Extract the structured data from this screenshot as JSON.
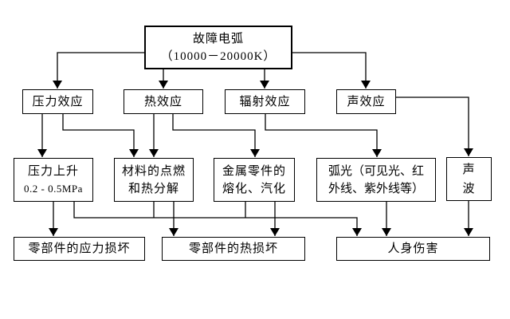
{
  "diagram": {
    "type": "flowchart",
    "background": "#ffffff",
    "line_color": "#000000",
    "box_border_color": "#000000",
    "nodes": {
      "fault_arc": {
        "line1": "故障电弧",
        "line2": "（10000－20000K）"
      },
      "pressure_effect": {
        "line1": "压力效应"
      },
      "thermal_effect": {
        "line1": "热效应"
      },
      "radiation_effect": {
        "line1": "辐射效应"
      },
      "sound_effect": {
        "line1": "声效应"
      },
      "pressure_rise": {
        "line1": "压力上升",
        "line2": "0.2 - 0.5MPa"
      },
      "material_ignition": {
        "line1": "材料的点燃",
        "line2": "和热分解"
      },
      "metal_melting": {
        "line1": "金属零件的",
        "line2": "熔化、汽化"
      },
      "arc_light": {
        "line1": "弧光（可见光、红",
        "line2": "外线、紫外线等）"
      },
      "sound_wave": {
        "line1": "声",
        "line2": "波"
      },
      "stress_damage": {
        "line1": "零部件的应力损坏"
      },
      "thermal_damage": {
        "line1": "零部件的热损坏"
      },
      "personal_injury": {
        "line1": "人身伤害"
      }
    },
    "edges": [
      {
        "from": "fault_arc",
        "to": "pressure_effect"
      },
      {
        "from": "fault_arc",
        "to": "thermal_effect"
      },
      {
        "from": "fault_arc",
        "to": "radiation_effect"
      },
      {
        "from": "fault_arc",
        "to": "sound_effect"
      },
      {
        "from": "pressure_effect",
        "to": "pressure_rise"
      },
      {
        "from": "pressure_effect",
        "to": "material_ignition"
      },
      {
        "from": "thermal_effect",
        "to": "material_ignition"
      },
      {
        "from": "thermal_effect",
        "to": "metal_melting"
      },
      {
        "from": "radiation_effect",
        "to": "arc_light"
      },
      {
        "from": "sound_effect",
        "to": "sound_wave"
      },
      {
        "from": "pressure_rise",
        "to": "stress_damage"
      },
      {
        "from": "pressure_rise",
        "to": "personal_injury"
      },
      {
        "from": "material_ignition",
        "to": "thermal_damage"
      },
      {
        "from": "material_ignition",
        "to": "personal_injury"
      },
      {
        "from": "metal_melting",
        "to": "thermal_damage"
      },
      {
        "from": "metal_melting",
        "to": "personal_injury"
      },
      {
        "from": "arc_light",
        "to": "personal_injury"
      },
      {
        "from": "sound_wave",
        "to": "personal_injury"
      }
    ]
  }
}
